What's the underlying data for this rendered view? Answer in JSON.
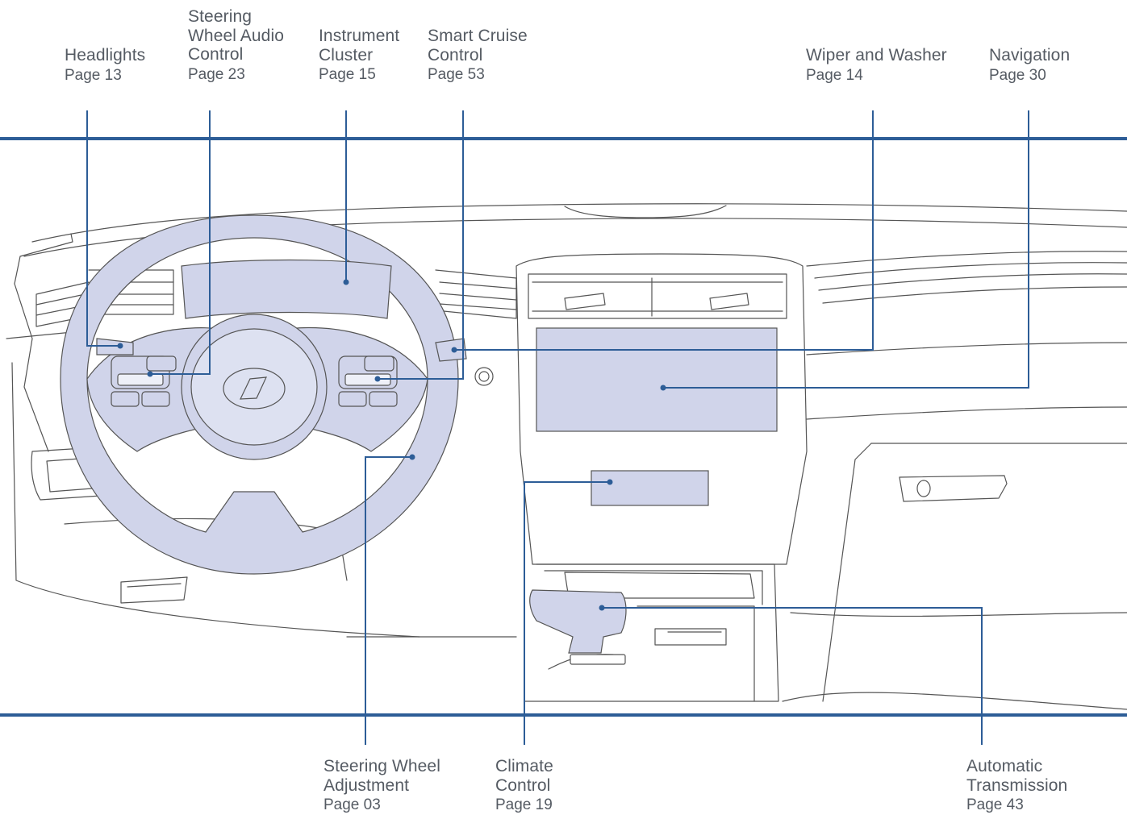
{
  "callouts": [
    {
      "id": "headlights",
      "lines": [
        "Headlights"
      ],
      "page": "Page 13"
    },
    {
      "id": "steering-wheel-audio-control",
      "lines": [
        "Steering",
        "Wheel Audio",
        "Control"
      ],
      "page": "Page 23"
    },
    {
      "id": "instrument-cluster",
      "lines": [
        "Instrument",
        "Cluster"
      ],
      "page": "Page 15"
    },
    {
      "id": "smart-cruise-control",
      "lines": [
        "Smart Cruise",
        "Control"
      ],
      "page": "Page 53"
    },
    {
      "id": "wiper-and-washer",
      "lines": [
        "Wiper and Washer"
      ],
      "page": "Page 14"
    },
    {
      "id": "navigation",
      "lines": [
        "Navigation"
      ],
      "page": "Page 30"
    },
    {
      "id": "steering-wheel-adjustment",
      "lines": [
        "Steering Wheel",
        "Adjustment"
      ],
      "page": "Page 03"
    },
    {
      "id": "climate-control",
      "lines": [
        "Climate",
        "Control"
      ],
      "page": "Page 19"
    },
    {
      "id": "automatic-transmission",
      "lines": [
        "Automatic",
        "Transmission"
      ],
      "page": "Page 43"
    }
  ],
  "colors": {
    "band_line": "#2d5d97",
    "callout_line": "#2d5d97",
    "highlight_fill": "#d0d4ea",
    "outline": "#555555",
    "label_text": "#555b63"
  }
}
